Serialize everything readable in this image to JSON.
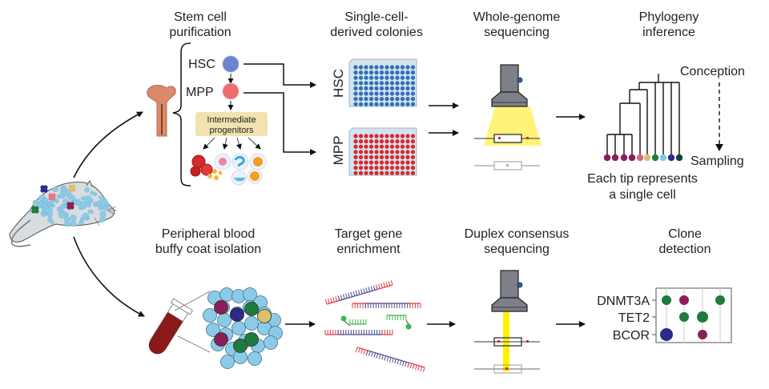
{
  "top_row": {
    "steps": [
      {
        "title_line1": "Stem cell",
        "title_line2": "purification"
      },
      {
        "title_line1": "Single-cell-",
        "title_line2": "derived colonies"
      },
      {
        "title_line1": "Whole-genome",
        "title_line2": "sequencing"
      },
      {
        "title_line1": "Phylogeny",
        "title_line2": "inference"
      }
    ],
    "purification": {
      "hsc_label": "HSC",
      "mpp_label": "MPP",
      "intermediate_line1": "Intermediate",
      "intermediate_line2": "progenitors"
    },
    "plates": {
      "hsc_label": "HSC",
      "mpp_label": "MPP"
    },
    "phylogeny": {
      "conception_label": "Conception",
      "sampling_label": "Sampling",
      "caption_line1": "Each tip represents",
      "caption_line2": "a single cell",
      "tip_colors": [
        "#8b1e5a",
        "#8b1e5a",
        "#8b1e5a",
        "#8b1e5a",
        "#d4697a",
        "#d4c36a",
        "#1f7a3e",
        "#7ec8e8",
        "#2c2a8a",
        "#123f3f"
      ]
    }
  },
  "bottom_row": {
    "steps": [
      {
        "title_line1": "Peripheral blood",
        "title_line2": "buffy coat isolation"
      },
      {
        "title_line1": "Target gene",
        "title_line2": "enrichment"
      },
      {
        "title_line1": "Duplex consensus",
        "title_line2": "sequencing"
      },
      {
        "title_line1": "Clone",
        "title_line2": "detection"
      }
    ],
    "clone_detection": {
      "genes": [
        "DNMT3A",
        "TET2",
        "BCOR"
      ]
    }
  },
  "colors": {
    "hsc_blue": "#2f6fb5",
    "mpp_red": "#d8282e",
    "cell_light_blue": "#8ccbe8",
    "clone_green": "#1f7a3e",
    "clone_magenta": "#8b1e5a",
    "clone_navy": "#2c2a8a",
    "clone_yellow": "#d8c36c",
    "beam_yellow": "#fff000",
    "sequencer_grey": "#7d8088",
    "intermediate_box": "#f0e3b0",
    "blood_red": "#8a1a1a"
  }
}
